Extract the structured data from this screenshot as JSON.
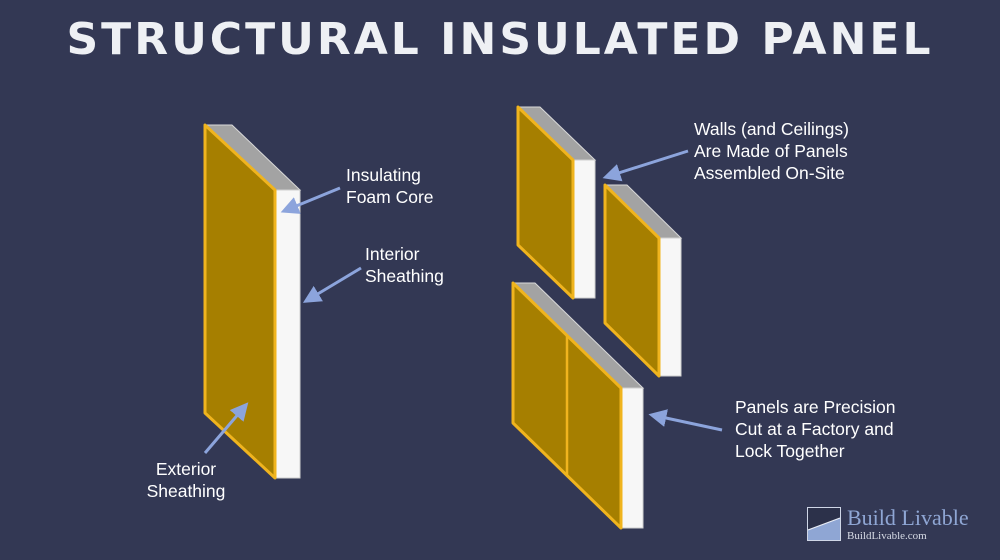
{
  "title": "STRUCTURAL INSULATED PANEL",
  "labels": {
    "foam_core": [
      "Insulating",
      "Foam Core"
    ],
    "interior_sheathing": [
      "Interior",
      "Sheathing"
    ],
    "exterior_sheathing": [
      "Exterior",
      "Sheathing"
    ],
    "walls": [
      "Walls (and Ceilings)",
      "Are Made of Panels",
      "Assembled On-Site"
    ],
    "precision": [
      "Panels are Precision",
      "Cut at a Factory and",
      "Lock Together"
    ]
  },
  "logo": {
    "name": "Build Livable",
    "url": "BuildLivable.com"
  },
  "colors": {
    "background": "#333854",
    "osb_face": "#a67f00",
    "osb_edge": "#f0b41e",
    "foam": "#f7f7f7",
    "top_edge": "#a3a3a3",
    "arrow": "#8ca4dc",
    "text": "#ffffff"
  }
}
